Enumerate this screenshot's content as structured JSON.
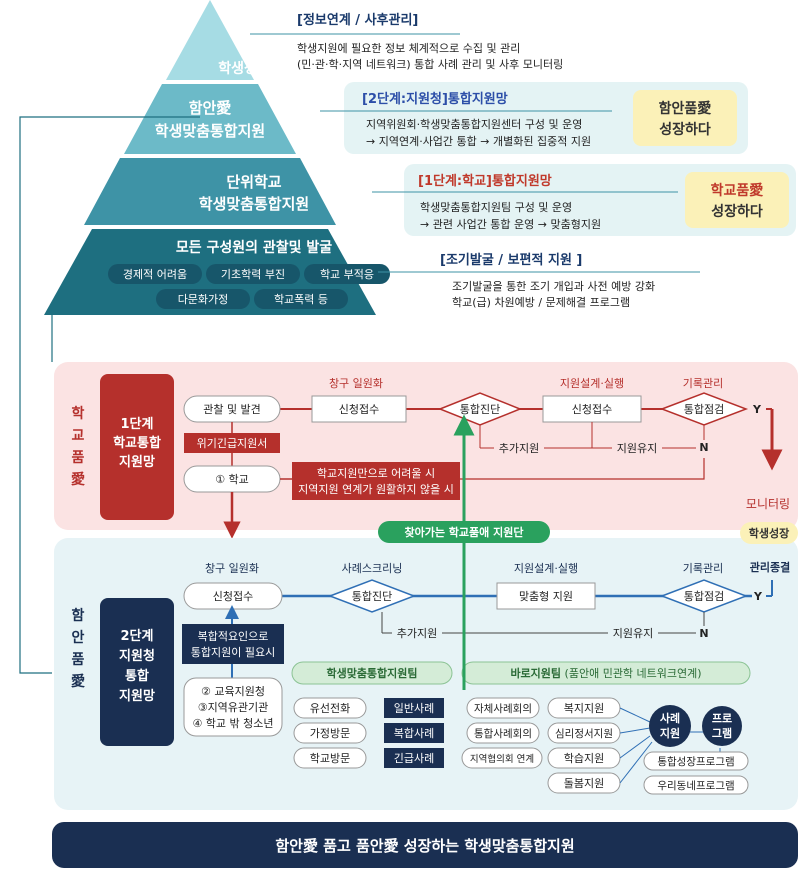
{
  "pyramid": {
    "level1": "학생성장",
    "level2": [
      "함안愛",
      "학생맞춤통합지원"
    ],
    "level3": [
      "단위학교",
      "학생맞춤통합지원"
    ],
    "level4": "모든 구성원의 관찰및 발굴",
    "pills": [
      "경제적 어려움",
      "기초학력 부진",
      "학교 부적응",
      "다문화가정",
      "학교폭력 등"
    ]
  },
  "desc": {
    "info": {
      "title": "[정보연계 / 사후관리]",
      "line1": "학생지원에 필요한 정보 체계적으로 수집 및 관리",
      "line2": "(민·관·학·지역 네트워크) 통합 사례 관리 및 사후 모니터링"
    },
    "stage2": {
      "title": "[2단계:지원청]통합지원망",
      "line1": "지역위원회·학생맞춤통합지원센터 구성 및 운영",
      "line2": "→ 지역연계·사업간 통합 → 개별화된 집중적 지원",
      "badge1": "함안품愛",
      "badge2": "성장하다"
    },
    "stage1": {
      "title": "[1단계:학교]통합지원망",
      "line1": "학생맞춤통합지원팀 구성 및 운영",
      "line2": "→ 관련 사업간 통합 운영 →  맞춤형지원",
      "badge1": "학교품愛",
      "badge2": "성장하다"
    },
    "early": {
      "title": "[조기발굴 / 보편적 지원 ]",
      "line1": "조기발굴을 통한 조기 개입과 사전 예방 강화",
      "line2": "학교(급) 차원예방 / 문제해결 프로그램"
    }
  },
  "school": {
    "vertical": [
      "학",
      "교",
      "품",
      "愛"
    ],
    "stage": [
      "1단계",
      "학교통합",
      "지원망"
    ],
    "observe": "관찰 및 발견",
    "crisis": "위기긴급지원서",
    "school_item": "① 학교",
    "alone": [
      "학교지원만으로 어려울 시",
      "지역지원 연계가 원활하지 않을 시"
    ],
    "window_label": "창구 일원화",
    "intake": "신청접수",
    "diag": "통합진단",
    "design_label": "지원설계·실행",
    "intake2": "신청접수",
    "record_label": "기록관리",
    "check": "통합점검",
    "y": "Y",
    "n": "N",
    "extra": "추가지원",
    "maintain": "지원유지",
    "monitor": "모니터링",
    "growth": "학생성장"
  },
  "visit": "찾아가는 학교품애 지원단",
  "district": {
    "vertical": [
      "함",
      "안",
      "품",
      "愛"
    ],
    "stage": [
      "2단계",
      "지원청",
      "통합",
      "지원망"
    ],
    "complex": [
      "복합적요인으로",
      "통합지원이 필요시"
    ],
    "orgs": [
      "② 교육지원청",
      "③지역유관기관",
      "④ 학교 밖 청소년"
    ],
    "window_label": "창구 일원화",
    "intake": "신청접수",
    "screen_label": "사례스크리닝",
    "diag": "통합진단",
    "design_label": "지원설계·실행",
    "custom": "맞춤형 지원",
    "record_label": "기록관리",
    "check": "통합점검",
    "end_label": "관리종결",
    "y": "Y",
    "n": "N",
    "extra": "추가지원",
    "maintain": "지원유지",
    "team": "학생맞춤통합지원팀",
    "baro": "바로지원팀",
    "baro_sub": "(품안애 민관학 네트워크연계)",
    "left_items": [
      "유선전화",
      "가정방문",
      "학교방문"
    ],
    "case_items": [
      "일반사례",
      "복합사례",
      "긴급사례"
    ],
    "meet_items": [
      "자체사례회의",
      "통합사례회의",
      "지역협의회 연계"
    ],
    "support_items": [
      "복지지원",
      "심리정서지원",
      "학습지원",
      "돌봄지원"
    ],
    "circle1": [
      "사례",
      "지원"
    ],
    "circle2": [
      "프로",
      "그램"
    ],
    "prog_items": [
      "통합성장프로그램",
      "우리동네프로그램"
    ]
  },
  "footer": "함안愛 품고 품안愛 성장하는 학생맞춤통합지원",
  "colors": {
    "teal_dark": "#1e6f80",
    "red": "#b5302c",
    "navy": "#1a2f52",
    "green": "#2aa15e"
  }
}
